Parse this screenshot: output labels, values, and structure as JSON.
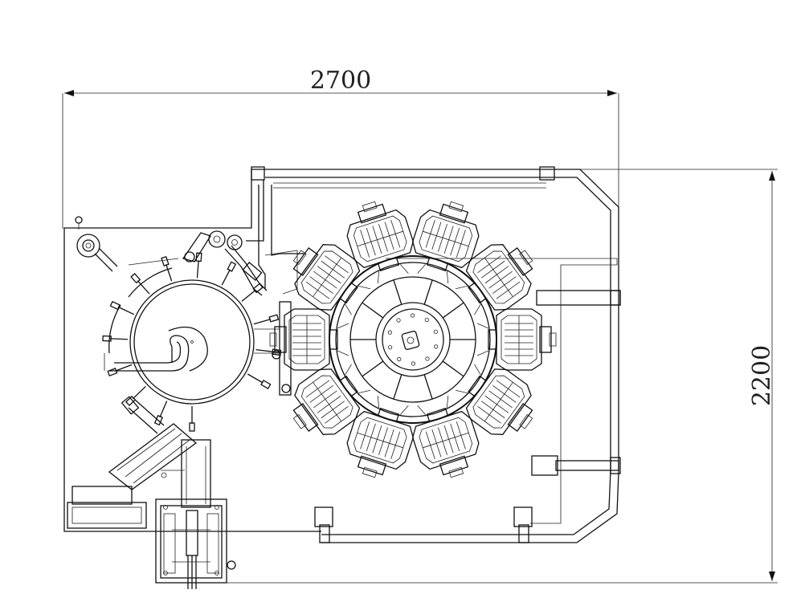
{
  "dimensions": {
    "width_label": "2700",
    "height_label": "2200"
  },
  "carousel": {
    "station_count": 10
  },
  "feed_wheel": {
    "gripper_count": 14
  }
}
